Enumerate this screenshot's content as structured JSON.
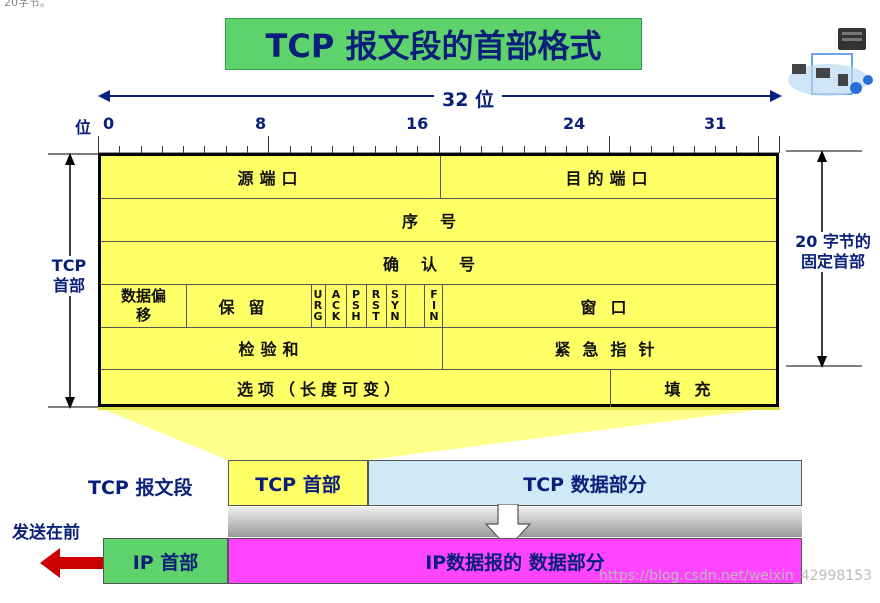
{
  "corner_text": "20字节。",
  "title": "TCP 报文段的首部格式",
  "bits": {
    "label": "32 位",
    "axis_label": "位",
    "ticks": [
      "0",
      "8",
      "16",
      "24",
      "31"
    ]
  },
  "header": {
    "src_port": "源端口",
    "dst_port": "目的端口",
    "seq": "序号",
    "ack": "确认号",
    "data_offset": "数据偏移",
    "reserved": "保留",
    "flags": [
      "URG",
      "ACK",
      "PSH",
      "RST",
      "SYN",
      "FIN"
    ],
    "window": "窗口",
    "checksum": "检验和",
    "urgent": "紧急指针",
    "options": "选项（长度可变）",
    "padding": "填充"
  },
  "side": {
    "left_label": "TCP首部",
    "right_label": "20 字节的固定首部"
  },
  "segment": {
    "label": "TCP 报文段",
    "header_box": "TCP 首部",
    "data_box": "TCP 数据部分"
  },
  "ip": {
    "send_first": "发送在前",
    "header_box": "IP 首部",
    "data_box": "IP数据报的 数据部分"
  },
  "watermark": "https://blog.csdn.net/weixin_42998153",
  "colors": {
    "yellow": "#ffff66",
    "blue_text": "#0a1f7a",
    "light_blue": "#cfe9f7",
    "magenta": "#ff44ff",
    "green": "#5fd36b",
    "arrow_red": "#cc0000"
  }
}
